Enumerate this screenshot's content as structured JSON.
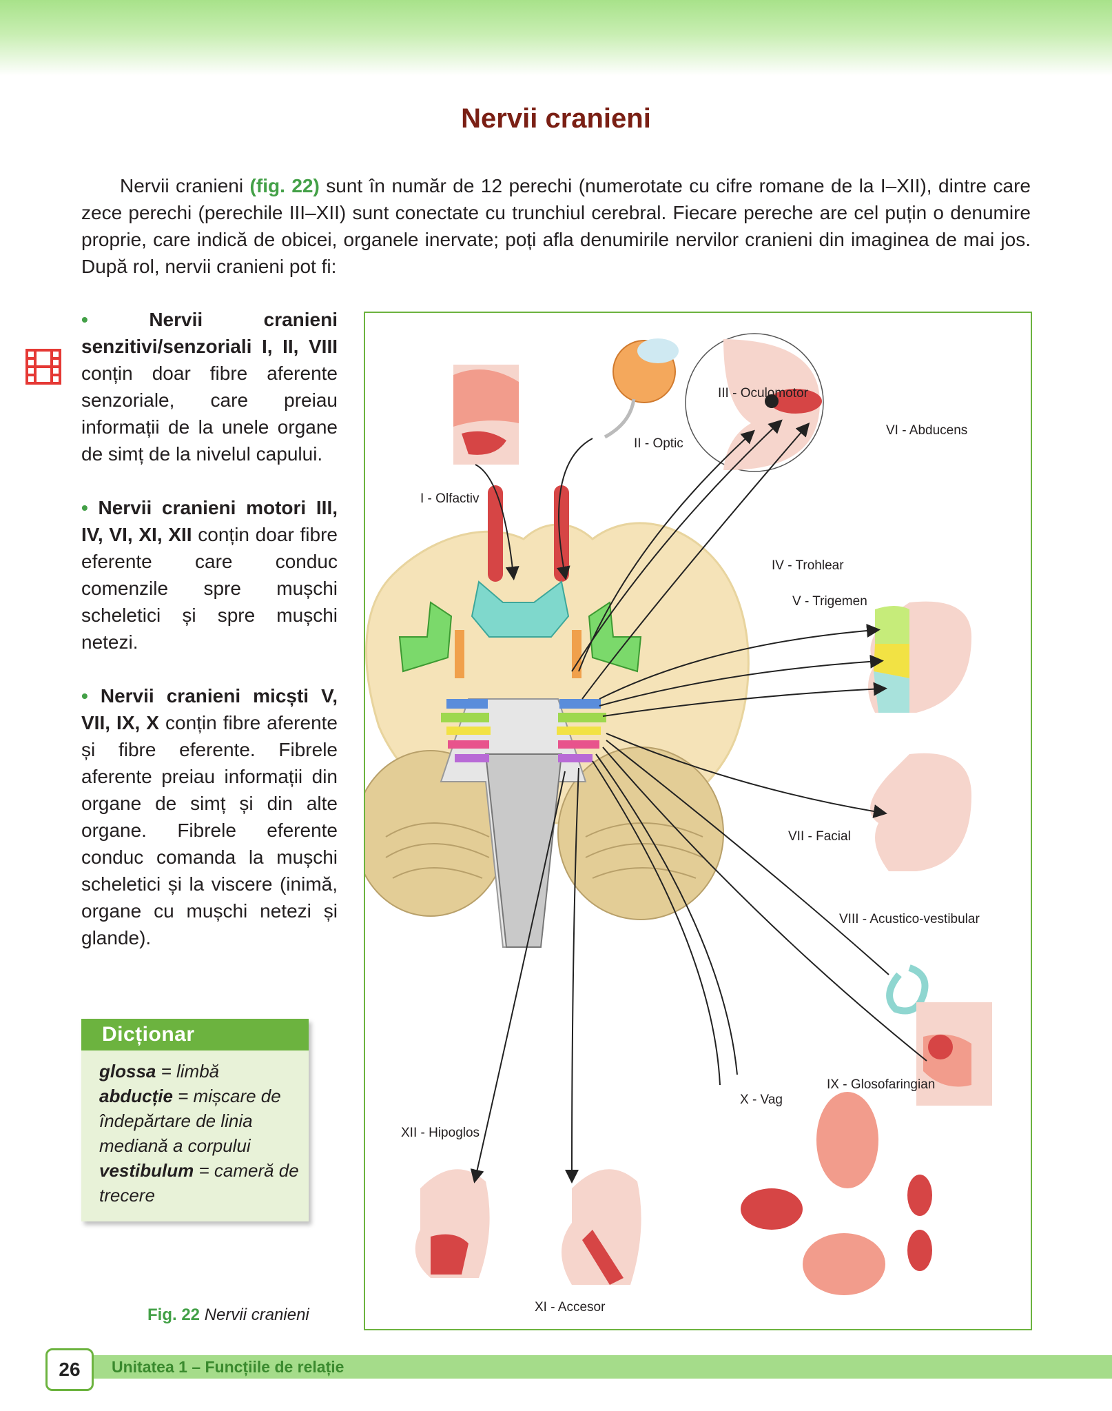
{
  "page": {
    "title": "Nervii cranieni",
    "intro": {
      "before": "Nervii cranieni ",
      "fig_ref": "(fig. 22)",
      "after": " sunt în număr de 12 perechi (numerotate cu cifre romane de la I–XII), dintre care zece perechi (perechile III–XII) sunt conectate cu trunchiul cerebral. Fiecare pereche are cel puțin o denumire proprie, care indică de obicei, organele inervate; poți afla denumirile nervilor cranieni din imaginea de mai jos. După rol, nervii cranieni pot fi:"
    },
    "categories": [
      {
        "bullet": "•",
        "title": "Nervii cranieni senzitivi/senzoriali I, II, VIII",
        "text": " conțin doar fibre aferente senzoriale, care preiau informații de la unele organe de simț de la nivelul capului."
      },
      {
        "bullet": "•",
        "title": "Nervii cranieni motori III, IV, VI, XI, XII",
        "text": " conțin doar fibre eferente care conduc comenzile spre mușchi scheletici și spre mușchi netezi."
      },
      {
        "bullet": "•",
        "title": "Nervii cranieni micști V, VII, IX, X",
        "text": " conțin fibre aferente și fibre eferente. Fibrele aferente preiau informații din organe de simț și din alte organe. Fibrele eferente conduc comanda la mușchi scheletici și la viscere (inimă, organe cu mușchi netezi și glande)."
      }
    ],
    "dictionary": {
      "heading": "Dicționar",
      "entries": [
        {
          "term": "glossa",
          "definition": " = limbă"
        },
        {
          "term": "abducție",
          "definition": " = mișcare de îndepărtare de linia mediană a corpului"
        },
        {
          "term": "vestibulum",
          "definition": " = cameră de trecere"
        }
      ]
    },
    "figure": {
      "caption_label": "Fig. 22",
      "caption_text": " Nervii cranieni",
      "nerve_labels": {
        "I": "I - Olfactiv",
        "II": "II - Optic",
        "III": "III - Oculomotor",
        "IV": "IV - Trohlear",
        "V": "V - Trigemen",
        "VI": "VI - Abducens",
        "VII": "VII - Facial",
        "VIII": "VIII - Acustico-vestibular",
        "IX": "IX - Glosofaringian",
        "X": "X - Vag",
        "XI": "XI - Accesor",
        "XII": "XII - Hipoglos"
      }
    },
    "footer": {
      "page_number": "26",
      "unit": "Unitatea 1 – Funcțiile de relație"
    }
  },
  "colors": {
    "title": "#7a1f14",
    "accent_green": "#6cb33f",
    "text_green": "#43a047",
    "dictionary_bg": "#e8f2d8",
    "footer_band": "#a5dc8a"
  },
  "icons": [
    "film-icon",
    "eye-icon",
    "brain-icon"
  ]
}
